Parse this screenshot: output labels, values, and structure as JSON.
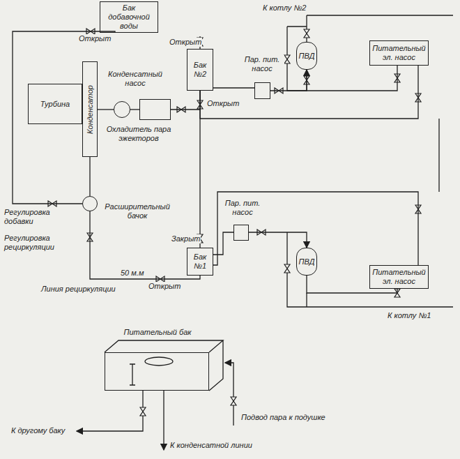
{
  "diagram": {
    "nodes": [
      {
        "text": [
          "Бак добавочной воды"
        ]
      },
      {
        "text": [
          "Турбина"
        ]
      },
      {
        "text": [
          "Конденсатор"
        ]
      },
      {
        "text": [
          "Конденсатный насос"
        ]
      },
      {
        "text": [
          "Охладитель пара эжекторов"
        ]
      },
      {
        "text": [
          "Расширительный бачок"
        ]
      },
      {
        "text": [
          "Бак №2"
        ]
      },
      {
        "text": [
          "Пар. пит. насос"
        ]
      },
      {
        "text": [
          "ПВД"
        ]
      },
      {
        "text": [
          "Питательный эл. насос"
        ]
      },
      {
        "text": [
          "Бак №1"
        ]
      },
      {
        "text": [
          "Пар. пит. насос"
        ]
      },
      {
        "text": [
          "ПВД"
        ]
      },
      {
        "text": [
          "Питательный эл. насос"
        ]
      },
      {
        "text": [
          "Питательный бак"
        ]
      }
    ],
    "edges": [
      {
        "from": 0,
        "to": 5,
        "arrow": "none"
      },
      {
        "from": 2,
        "to": 3,
        "arrow": "none"
      },
      {
        "from": 3,
        "to": 4,
        "arrow": "none"
      },
      {
        "from": 4,
        "to": 6,
        "arrow": "none"
      },
      {
        "from": 2,
        "to": 5,
        "arrow": "none"
      },
      {
        "from": 6,
        "to": 7,
        "arrow": "none"
      },
      {
        "from": 7,
        "to": 8,
        "arrow": "to"
      },
      {
        "from": 6,
        "to": 9,
        "arrow": "none"
      },
      {
        "from": 9,
        "to": 8,
        "arrow": "none"
      },
      {
        "from": 6,
        "to": 10,
        "arrow": "none"
      },
      {
        "from": 10,
        "to": 5,
        "arrow": "none"
      },
      {
        "from": 10,
        "to": 11,
        "arrow": "none"
      },
      {
        "from": 11,
        "to": 12,
        "arrow": "to"
      },
      {
        "from": 10,
        "to": 13,
        "arrow": "none"
      },
      {
        "from": 13,
        "to": 12,
        "arrow": "none"
      }
    ],
    "labels": [
      "Открыт",
      "К котлу №2",
      "Открыт",
      "Открыт",
      "Регулировка добавки",
      "Регулировка рециркуляции",
      "Закрыт",
      "50 м.м",
      "Открыт",
      "Линия рециркуляции",
      "К котлу №1",
      "К другому баку",
      "Подвод пара к подушке",
      "К конденсатной линии"
    ]
  }
}
